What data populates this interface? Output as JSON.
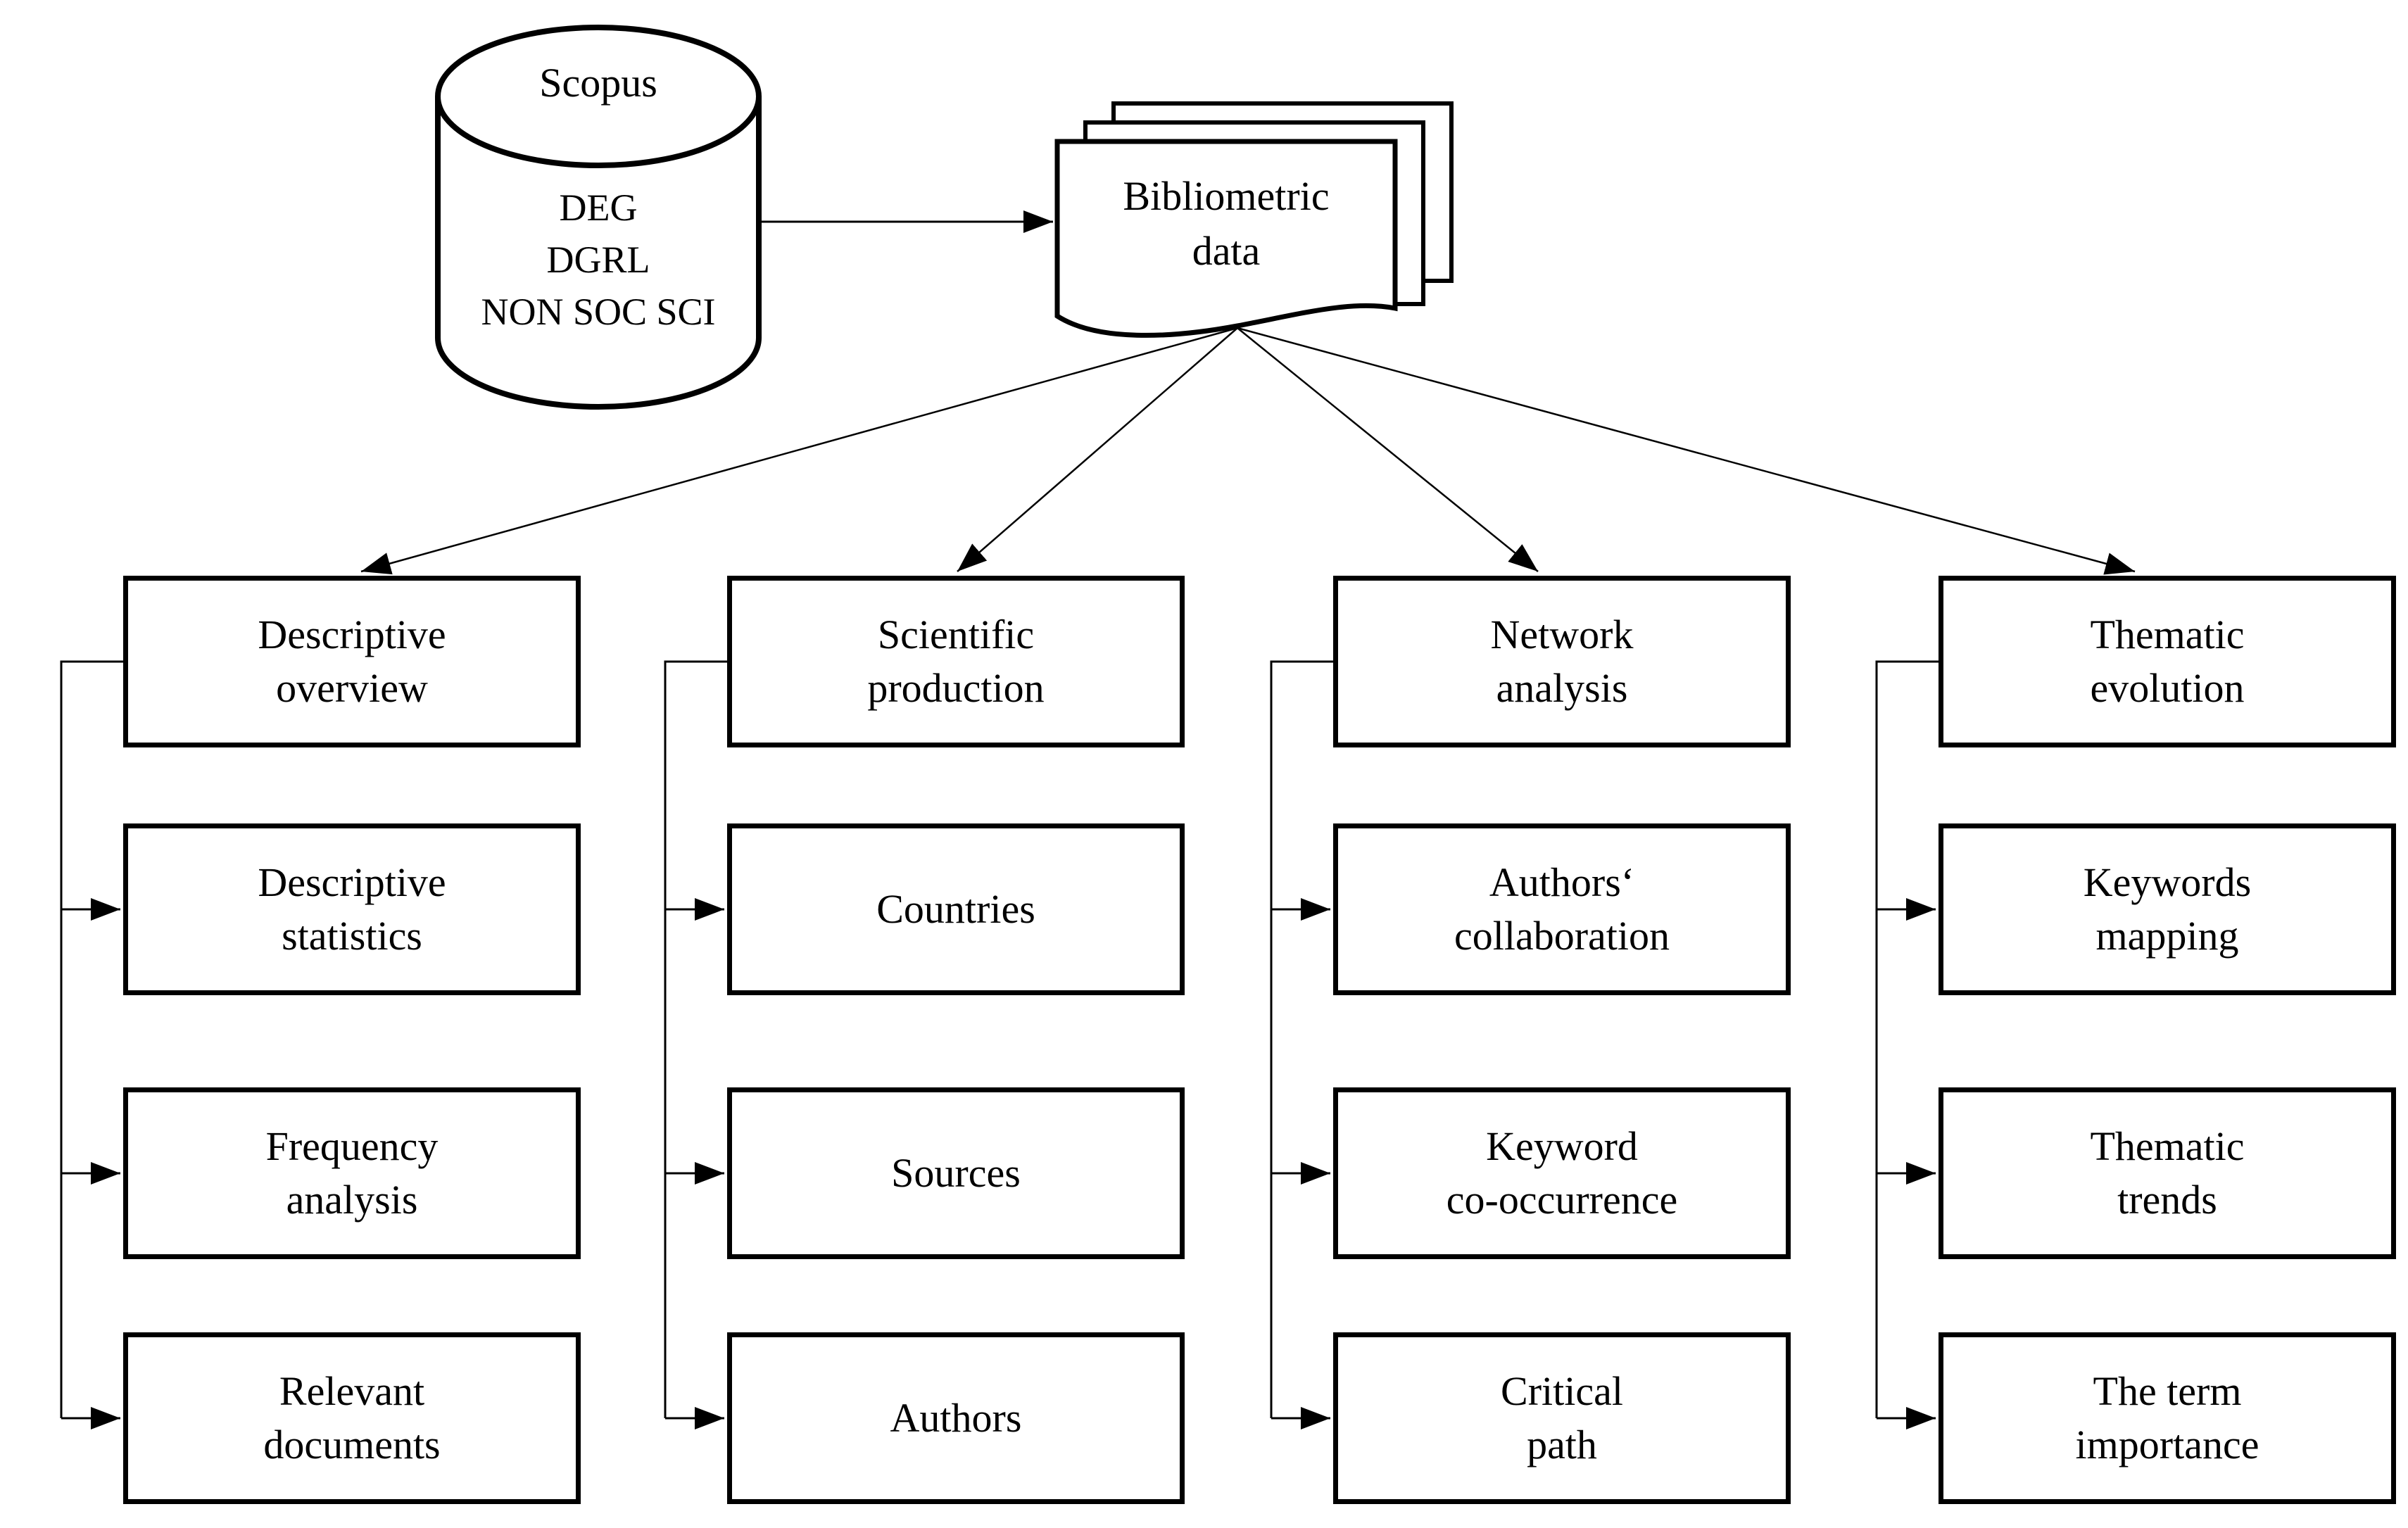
{
  "database": {
    "title": "Scopus",
    "lines": [
      "DEG",
      "DGRL",
      "NON SOC SCI"
    ]
  },
  "document": {
    "line1": "Bibliometric",
    "line2": "data"
  },
  "columns": [
    {
      "header": {
        "line1": "Descriptive",
        "line2": "overview"
      },
      "children": [
        {
          "line1": "Descriptive",
          "line2": "statistics"
        },
        {
          "line1": "Frequency",
          "line2": "analysis"
        },
        {
          "line1": "Relevant",
          "line2": "documents"
        }
      ]
    },
    {
      "header": {
        "line1": "Scientific",
        "line2": "production"
      },
      "children": [
        {
          "line1": "Countries"
        },
        {
          "line1": "Sources"
        },
        {
          "line1": "Authors"
        }
      ]
    },
    {
      "header": {
        "line1": "Network",
        "line2": "analysis"
      },
      "children": [
        {
          "line1": "Authors‘",
          "line2": "collaboration"
        },
        {
          "line1": "Keyword",
          "line2": "co-occurrence"
        },
        {
          "line1": "Critical",
          "line2": "path"
        }
      ]
    },
    {
      "header": {
        "line1": "Thematic",
        "line2": "evolution"
      },
      "children": [
        {
          "line1": "Keywords",
          "line2": "mapping"
        },
        {
          "line1": "Thematic",
          "line2": "trends"
        },
        {
          "line1": "The term",
          "line2": "importance"
        }
      ]
    }
  ],
  "colors": {
    "line": "#000000",
    "fill": "#ffffff",
    "text": "#000000"
  }
}
